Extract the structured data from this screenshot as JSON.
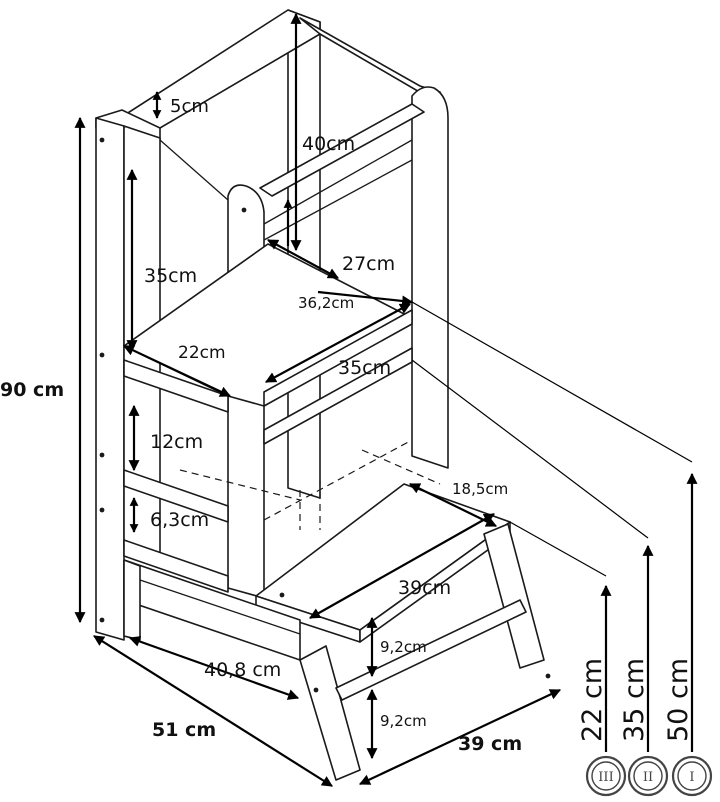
{
  "measurements": {
    "top_gap": "5cm",
    "upper_rail_height": "40cm",
    "rear_platform_depth": "27cm",
    "platform_diagonal": "36,2cm",
    "side_opening_height": "35cm",
    "platform_side_depth": "22cm",
    "platform_width": "35cm",
    "rung_spacing_upper": "12cm",
    "rung_spacing_lower": "6,3cm",
    "step_depth": "18,5cm",
    "step_width": "39cm",
    "step_rise_upper": "9,2cm",
    "step_rise_lower": "9,2cm",
    "inner_depth": "40,8 cm"
  },
  "overall": {
    "height": "90 cm",
    "depth": "51 cm",
    "width": "39 cm"
  },
  "levels": [
    {
      "height": "22 cm",
      "badge": "III"
    },
    {
      "height": "35 cm",
      "badge": "II"
    },
    {
      "height": "50 cm",
      "badge": "I"
    }
  ],
  "colors": {
    "line": "#1a1a1a",
    "badge": "#444444",
    "background": "#ffffff"
  }
}
